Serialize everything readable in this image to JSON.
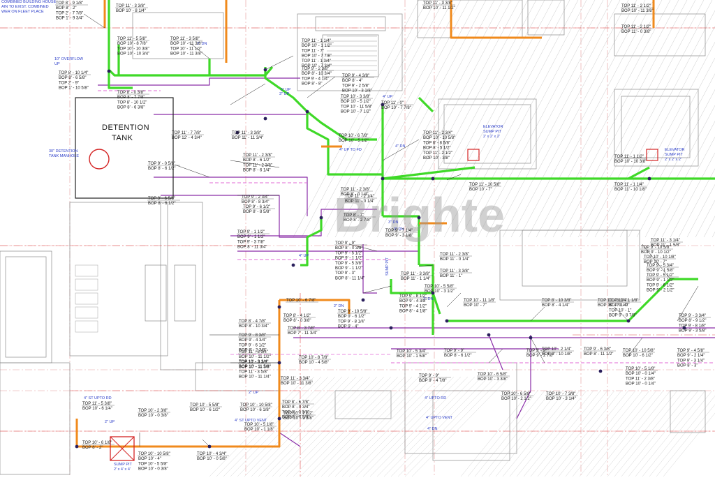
{
  "drawing": {
    "corner_note": [
      "COMBINED BUILDING HOUSE",
      "AIN TO EXIST. COMBINED",
      "WER ON FLEET PLACE"
    ],
    "tank_title": [
      "DETENTION",
      "TANK"
    ],
    "tank_manhole": [
      "30\" DETENTION",
      "TANK MANHOLE"
    ],
    "overflow": [
      "10\" OVERFLOW",
      "UP"
    ],
    "elevator_pit_1": [
      "ELEVATOR",
      "SUMP PIT",
      "2' x 2' x 2'"
    ],
    "elevator_pit_2": [
      "ELEVATOR",
      "SUMP PIT",
      "2' x 2' x 2'"
    ],
    "sump_pit": [
      "SUMP PIT",
      "2' x 4' x 4'"
    ],
    "vertical_note": "SUMP PIT",
    "watermark": "Brighte",
    "small_notes": [
      "4\" DN",
      "4\" UP",
      "3\" UP",
      "2\" DN",
      "4\" UP TO FD",
      "5\" UP",
      "3\" DN",
      "2\" DN",
      "4\" UP",
      "2\" UP",
      "4\" UPTO RD",
      "4\" UPTO VENT",
      "4\" ST UPTO RD",
      "4\" ST UPTO VENT",
      "2\" UP",
      "2\" DN",
      "3\" DN",
      "4\" DN"
    ],
    "tags": [
      [
        "TOP 8' - 9 1/8\"",
        "BOP 8' - 2\"",
        "TOP 2' - 7 7/8\"",
        "BOP 1' - 9 3/4\""
      ],
      [
        "TOP 11' - 3 3/8\"",
        "BOP 10' - 8 1/4\""
      ],
      [
        "TOP 11' - 3 3/8\"",
        "BOP 10' - 11 1/2\""
      ],
      [
        "TOP 11' - 2 1/2\"",
        "BOP 10' - 11 3/8\""
      ],
      [
        "TOP 11' - 2 1/2\"",
        "BOP 11' - 0 3/8\""
      ],
      [
        "TOP 8' - 10 1/4\"",
        "BOP 8' - 6 5/8\"",
        "TOP 2' - 9\"",
        "BOP 1' - 10 5/8\""
      ],
      [
        "TOP 11' - 5 5/8\"",
        "BOP 10' - 8 7/8\"",
        "TOP 10' - 10 3/8\"",
        "BOP 10' - 10 3/4\""
      ],
      [
        "TOP 11' - 3 5/8\"",
        "BOP 10' - 11 3/8\"",
        "TOP 10' - 11 1/2\"",
        "BOP 10' - 11 3/8\""
      ],
      [
        "TOP 11' - 1 1/4\"",
        "BOP 10' - 1 1/2\"",
        "TOP 11' - 7\"",
        "BOP 10' - 7 7/8\"",
        "TOP 11' - 1 3/4\"",
        "BOP 10' - 7 3/4\""
      ],
      [
        "TOP 9' - 2 3/8\"",
        "BOP 8' - 10 3/4\"",
        "TOP 9' - 4 1/4\"",
        "BOP 8' - 8\""
      ],
      [
        "TOP 8' - 0 3/8\"",
        "BOP 8' - 7 7/8\"",
        "TOP 8' - 10 1/2\"",
        "BOP 8' - 6 3/8\""
      ],
      [
        "TOP 9' - 4 3/8\"",
        "BOP 8' - 4\"",
        "TOP 9' - 2 5/8\"",
        "BOP 10' - 3 1/8\""
      ],
      [
        "TOP 11' - 0\"",
        "BOP 10' - 7 7/8\""
      ],
      [
        "TOP 10' - 3 3/8\"",
        "BOP 10' - 5 1/2\"",
        "TOP 10' - 11 5/8\"",
        "BOP 10' - 7 1/2\""
      ],
      [
        "TOP 10' - 6 7/8\"",
        "BOP 10' - 5 1/2\""
      ],
      [
        "TOP 11' - 2 3/4\"",
        "BOP 10' - 10 5/8\"",
        "TOP 8' - 8 5/8\"",
        "BOP 8' - 5 1/2\"",
        "TOP 11' - 2 1/2\"",
        "BOP 10' - 3/8\""
      ],
      [
        "TOP 11' - 10 5/8\"",
        "BOP 10' - 7\""
      ],
      [
        "TOP 11' - 1 1/2\"",
        "BOP 10' - 10 3/8\""
      ],
      [
        "TOP 11' - 1 1/4\"",
        "BOP 11' - 10 1/8\""
      ],
      [
        "TOP 11' - 7 7/8\"",
        "BOP 12' - 4 3/4\""
      ],
      [
        "TOP 11' - 3 3/8\"",
        "BOP 11' - 11 3/4\""
      ],
      [
        "TOP 11' - 2 3/8\"",
        "BOP 8' - 6 1/2\"",
        "TOP 11' - 2 3/8\"",
        "BOP 8' - 6 1/4\""
      ],
      [
        "TOP 9' - 0 5/8\"",
        "BOP 8' - 6 1/2\""
      ],
      [
        "TOP 9' - 6 5/8\"",
        "BOP 8' - 6 1/2\""
      ],
      [
        "TOP 9' - 2 3/4\"",
        "BOP 8' - 8 3/4\""
      ],
      [
        "TOP 9' - 6 1/2\"",
        "BOP 8' - 8 5/8\""
      ],
      [
        "TOP 9' - 1 1/2\"",
        "BOP 9' - 1 1/2\"",
        "TOP 9' - 3 7/8\"",
        "BOP 8' - 11 3/4\""
      ],
      [
        "TOP 11' - 3 1/4\"",
        "BOP 11' - 1 5/8\""
      ],
      [
        "TOP 10' - 10 1/8\"",
        "BOP 10' - 7\""
      ],
      [
        "TOP 11' - 2 3/8\"",
        "BOP 8' - 0 1/4\""
      ],
      [
        "TOP 11' - 2 1/4\"",
        "BOP 11' - 0 1/4\""
      ],
      [
        "TOP 8' - 7\"",
        "BOP 8' - 2 7/8\""
      ],
      [
        "TOP 9' - 7 1/4\"",
        "BOP 9' - 3 1/8\""
      ],
      [
        "TOP 9' - 9\"",
        "BOP 8' - 0 3/8\"",
        "TOP 9' - 5 1/2\"",
        "BOP 9' - 1 1/2\"",
        "TOP 9' - 5 3/8\"",
        "BOP 9' - 1 1/2\"",
        "TOP 9' - 3\"",
        "BOP 8' - 11 1/4\""
      ],
      [
        "TOP 10' - 6 7/8\""
      ],
      [
        "TOP 11' - 2 3/8\"",
        "BOP 11' - 0 1/4\""
      ],
      [
        "TOP 11' - 3 3/8\"",
        "BOP 11' - 1\""
      ],
      [
        "TOP 11' - 3 3/8\"",
        "BOP 11' - 1 1/4\""
      ],
      [
        "TOP 10' - 5 5/8\"",
        "BOP 10' - 3 1/2\""
      ],
      [
        "TOP 9' - 8 1/2\"",
        "BOP 9' - 4 3/8\"",
        "TOP 9' - 4 1/2\"",
        "BOP 8' - 4 1/8\""
      ],
      [
        "TOP 9' - 10 5/8\"",
        "BOP 9' - 6 1/2\"",
        "TOP 9' - 8 1/4\"",
        "BOP 9' - 4\""
      ],
      [
        "TOP 10' - 11 1/8\"",
        "BOP 10' - 7\""
      ],
      [
        "TOP 8' - 10 3/8\"",
        "BOP 8' - 4 1/4\""
      ],
      [
        "TOP 8' - 4 1/2\"",
        "BOP 8' - 0 3/8\""
      ],
      [
        "TOP 8' - 4 7/8\"",
        "BOP 8' - 10 3/4\""
      ],
      [
        "TOP 8' - 3 7/8\"",
        "BOP 7' - 11 3/4\""
      ],
      [
        "TOP 9' - 8 3/8\"",
        "BOP 9' - 4 3/4\"",
        "TOP 9' - 6 1/2\"",
        "BOP 8' - 2 3/8\""
      ],
      [
        "TOP 9' - 9\"",
        "BOP 8' - 6 1/2\""
      ],
      [
        "TOP 9' - 10 5/8\"",
        "BOP 9' - 10 1/2\""
      ],
      [
        "TOP 11' - 3 3/4\"",
        "BOP 10' - 11 3/8\""
      ],
      [
        "TOP 10' - 8 7/8\"",
        "BOP 10' - 4 5/8\""
      ],
      [
        "TOP 11' - 3 3/4\"",
        "BOP 10' - 11 1/2\"",
        "TOP 10' - 3 1/2\"",
        "BOP 10' - 11 3/8\""
      ],
      [
        "TOP 10' - 3 3/4\"",
        "BOP 10' - 11 5/8\"",
        "TOP 11' - 3 5/8\"",
        "BOP 10' - 11 1/4\""
      ],
      [
        "TOP 8' - 6 7/8\"",
        "BOP 8' - 0 3/4\"",
        "TOP 8' - 0 3/8\"",
        "BOP 8' - 6 5/8\""
      ],
      [
        "TOP 10' - 5 3/4\"",
        "BOP 10' - 1 5/8\""
      ],
      [
        "TOP 9' - 9\"",
        "BOP 9' - 4 7/8\""
      ],
      [
        "TOP 10' - 6 5/8\"",
        "BOP 10' - 3 3/8\""
      ],
      [
        "TOP 10' - 6 5/8\"",
        "BOP 10' - 2 1/2\""
      ],
      [
        "TOP 10' - 7 3/8\"",
        "BOP 10' - 3 1/4\""
      ],
      [
        "TOP 10' - 3 1/4\"",
        "BOP 10' - 7 1/4\""
      ],
      [
        "TOP 9' - 5 3/4\"",
        "BOP 9' - 1 5/8\""
      ],
      [
        "TOP 9' - 5 1/2\"",
        "BOP 9' - 1 1/2\"",
        "TOP 9' - 6 1/2\"",
        "BOP 9' - 2 1/2\""
      ],
      [
        "TOP 10' - 2 1/4\"",
        "BOP 9' - 10 1/8\""
      ],
      [
        "TOP 9' - 3 3/4\"",
        "BOP 8' - 9 1/2\"",
        "TOP 9' - 8 1/8\"",
        "BOP 9' - 3 5/8\""
      ],
      [
        "TOP 10' - 1 1/8\"",
        "BOP 9' - 9\"",
        "TOP 10' - 1\"",
        "BOP 9' - 8 7/8\""
      ],
      [
        "TOP 9' - 4 5/8\"",
        "BOP 9' - 2 1/4\"",
        "TOP 9' - 3 1/4\"",
        "BOP 8' - 3\""
      ],
      [
        "TOP 10' - 10 5/8\"",
        "BOP 10' - 6 1/2\""
      ],
      [
        "TOP 9' - 9\"",
        "BOP 9' - 2 7/8\""
      ],
      [
        "TOP 9' - 6 3/8\"",
        "BOP 8' - 11 1/2\""
      ],
      [
        "TOP 10' - 5 1/8\"",
        "BOP 10' - 0 1/4\"",
        "TOP 11' - 2 3/8\"",
        "BOP 10' - 0 1/4\""
      ],
      [
        "TOP 11' - 5 3/8\"",
        "BOP 10' - 6 1/4\""
      ],
      [
        "TOP 10' - 2 3/8\"",
        "BOP 10' - 0 3/8\""
      ],
      [
        "TOP 10' - 5 5/8\"",
        "BOP 10' - 6 1/2\""
      ],
      [
        "TOP 10' - 10 5/8\"",
        "BOP 10' - 6 1/8\""
      ],
      [
        "TOP 10' - 7 1/2\"",
        "BOP 10' - 3 3/8\""
      ],
      [
        "TOP 10' - 6 1/8\"",
        "BOP 8' - 2\""
      ],
      [
        "TOP 10' - 10 5/8\"",
        "BOP 10' - 4\"",
        "TOP 10' - 5 5/8\"",
        "BOP 10' - 0 3/8\""
      ],
      [
        "TOP 10' - 4 3/4\"",
        "BOP 10' - 0 5/8\""
      ],
      [
        "TOP 10' - 5 1/8\"",
        "BOP 10' - 1 1/8\""
      ]
    ]
  }
}
